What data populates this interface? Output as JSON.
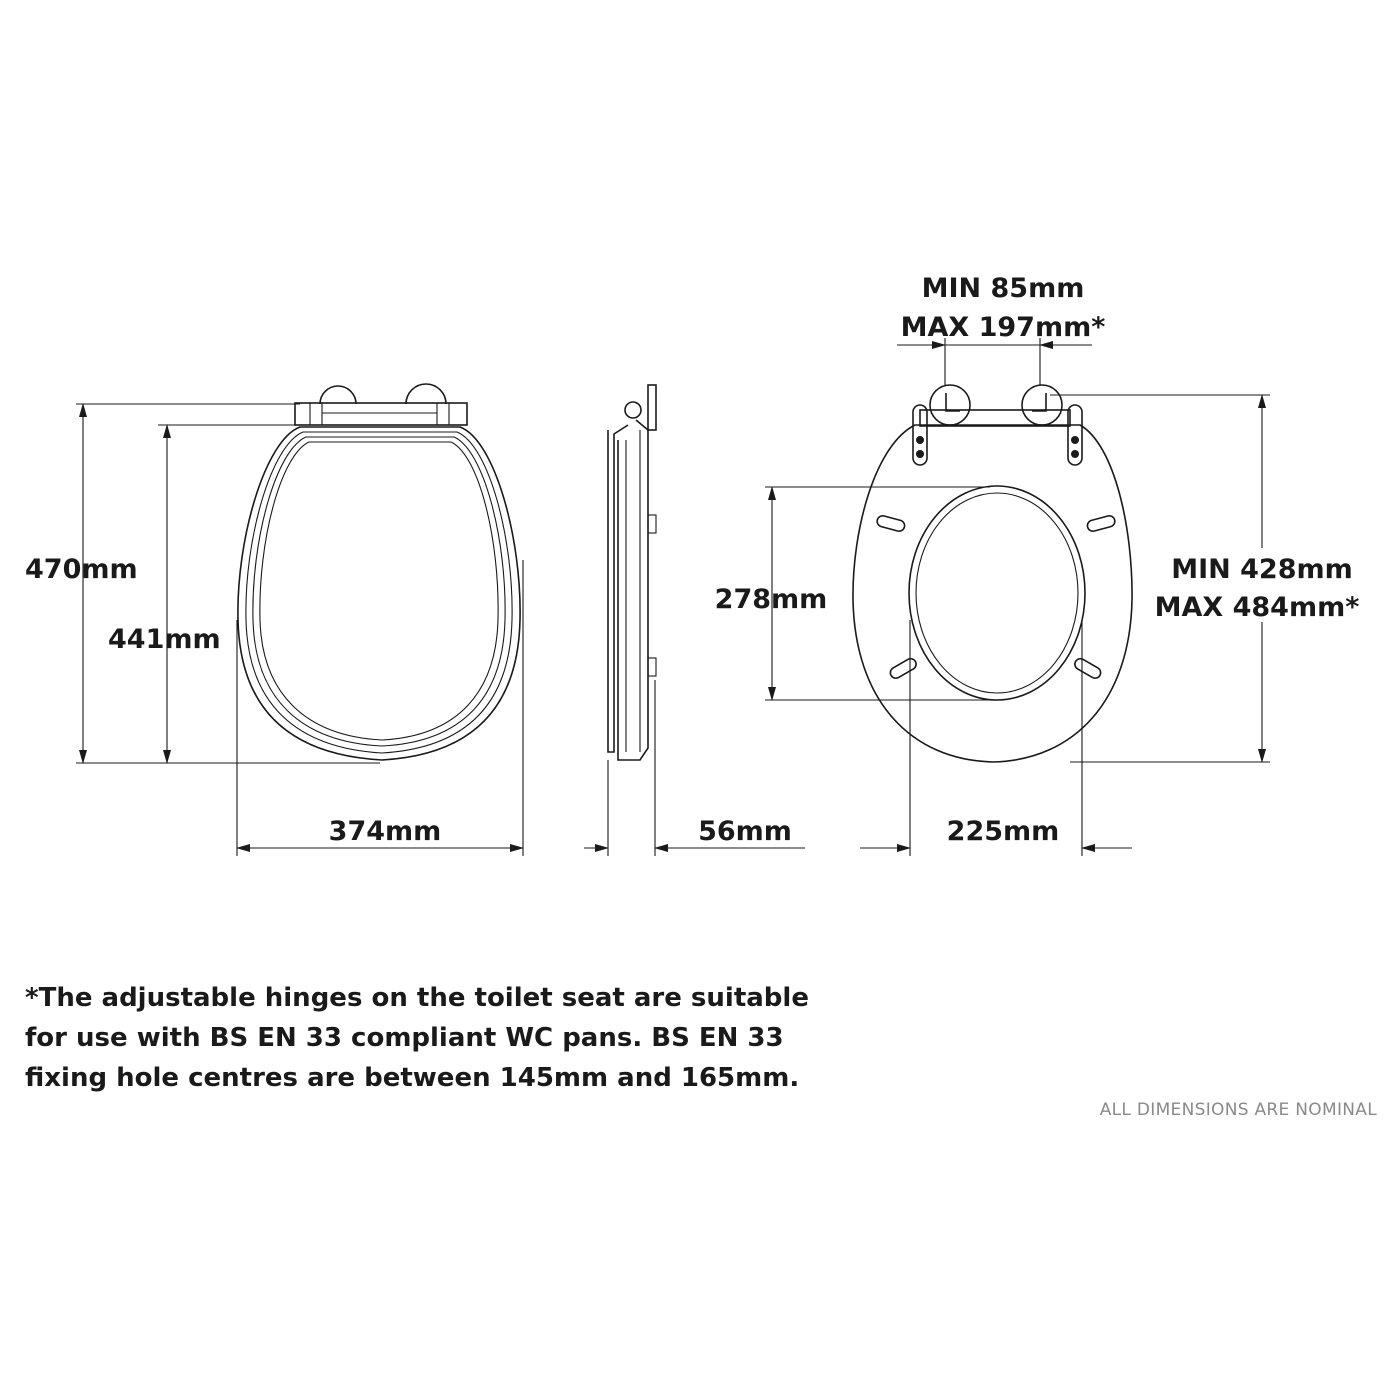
{
  "left_view": {
    "height_overall": "470mm",
    "height_seat": "441mm",
    "width": "374mm"
  },
  "side_view": {
    "thickness": "56mm"
  },
  "right_view": {
    "hinge_spacing_min": "MIN 85mm",
    "hinge_spacing_max": "MAX 197mm*",
    "opening_length": "278mm",
    "opening_width": "225mm",
    "hinge_depth_min": "MIN 428mm",
    "hinge_depth_max": "MAX 484mm*"
  },
  "footnote": {
    "lines": [
      "*The adjustable hinges on the toilet seat are suitable",
      "for use with BS EN 33 compliant WC pans. BS EN 33",
      "fixing hole centres are between 145mm and 165mm."
    ]
  },
  "nominal_note": "ALL DIMENSIONS ARE NOMINAL",
  "colors": {
    "line": "#1a1a1a",
    "note": "#8a8a8a"
  }
}
